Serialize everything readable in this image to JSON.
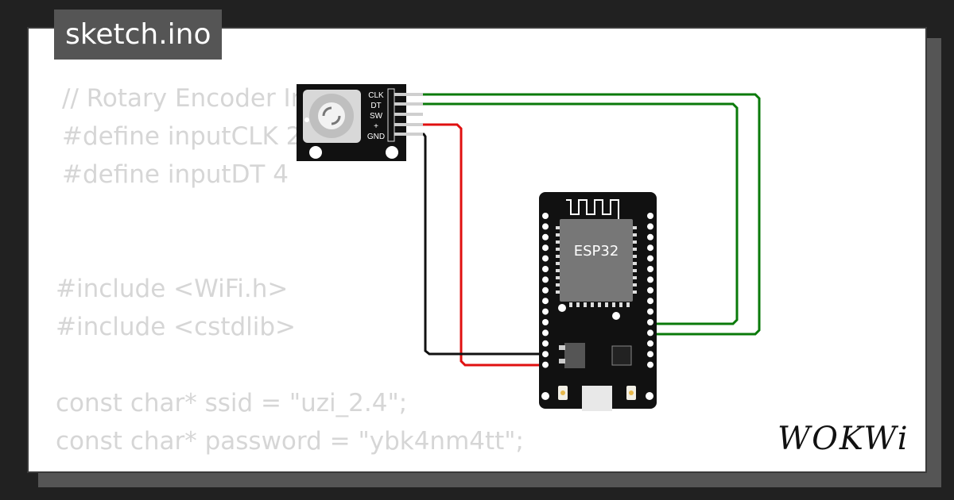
{
  "tab": {
    "filename": "sketch.ino"
  },
  "code_lines": [
    "// Rotary Encoder In",
    "#define inputCLK 2",
    "#define inputDT 4",
    "#include <WiFi.h>",
    "#include <cstdlib>",
    "const char* ssid = \"uzi_2.4\";",
    "const char* password = \"ybk4nm4tt\";"
  ],
  "encoder": {
    "pins": [
      "CLK",
      "DT",
      "SW",
      "+",
      "GND"
    ]
  },
  "esp32": {
    "label": "ESP32"
  },
  "wire_colors": {
    "clk": "#0a7a0a",
    "dt": "#0a7a0a",
    "vcc": "#e01010",
    "gnd": "#111111"
  },
  "brand": {
    "logo": "WOKWi"
  }
}
